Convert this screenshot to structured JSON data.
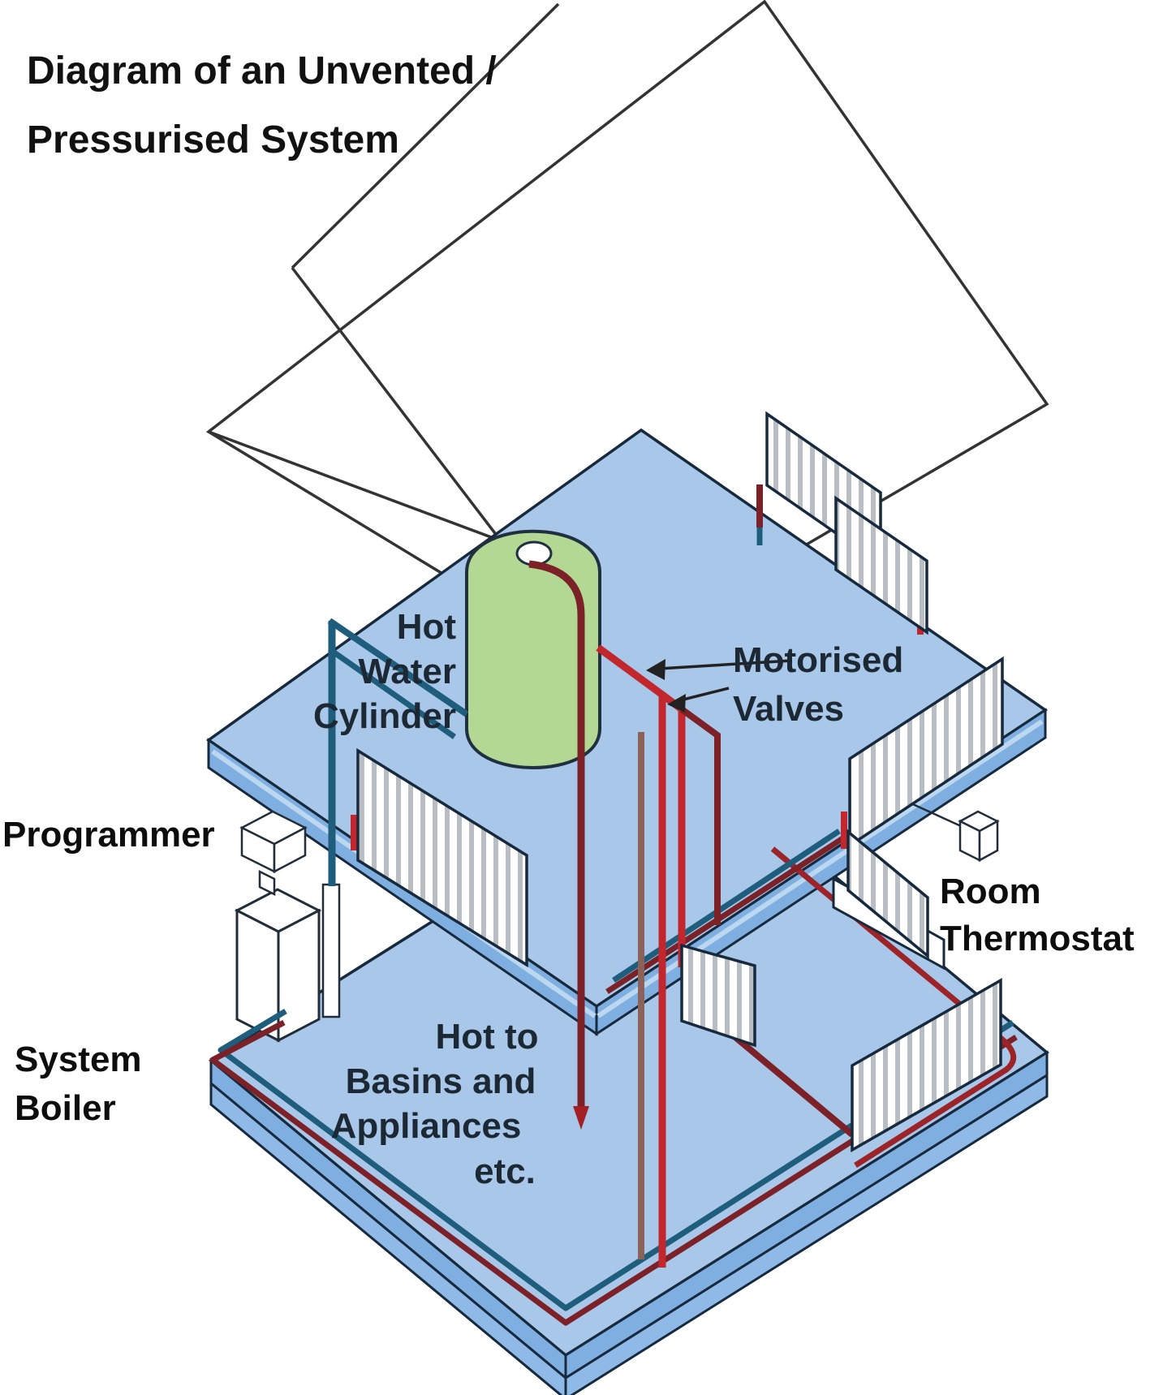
{
  "title": {
    "line1": "Diagram of an Unvented /",
    "line2": "Pressurised System"
  },
  "labels": {
    "hot_water_cylinder": [
      "Hot",
      "Water",
      "Cylinder"
    ],
    "motorised_valves": [
      "Motorised",
      "Valves"
    ],
    "programmer": "Programmer",
    "system_boiler": [
      "System",
      "Boiler"
    ],
    "room_thermostat": [
      "Room",
      "Thermostat"
    ],
    "hot_to_basins": [
      "Hot to",
      "Basins and",
      "Appliances",
      "etc."
    ]
  },
  "components": [
    "roof",
    "upper-floor-slab",
    "lower-floor-slab",
    "hot-water-cylinder",
    "system-boiler",
    "programmer-unit",
    "room-thermostat-unit",
    "motorised-valves",
    "radiators",
    "heating-pipes"
  ],
  "colors": {
    "floor_fill": "#a9c7e8",
    "floor_edge_band": "#7fafe0",
    "outline_navy": "#17293d",
    "roof_line": "#333333",
    "cylinder_green": "#b2d893",
    "cylinder_cap": "#ffffff",
    "radiator_stripe": "#b9bdc4",
    "pipe_teal": "#1f5d7d",
    "pipe_red_bright": "#c2272e",
    "pipe_red_dark": "#7c2128",
    "pipe_brown": "#8a625a",
    "text_dark": "#1d2835"
  }
}
